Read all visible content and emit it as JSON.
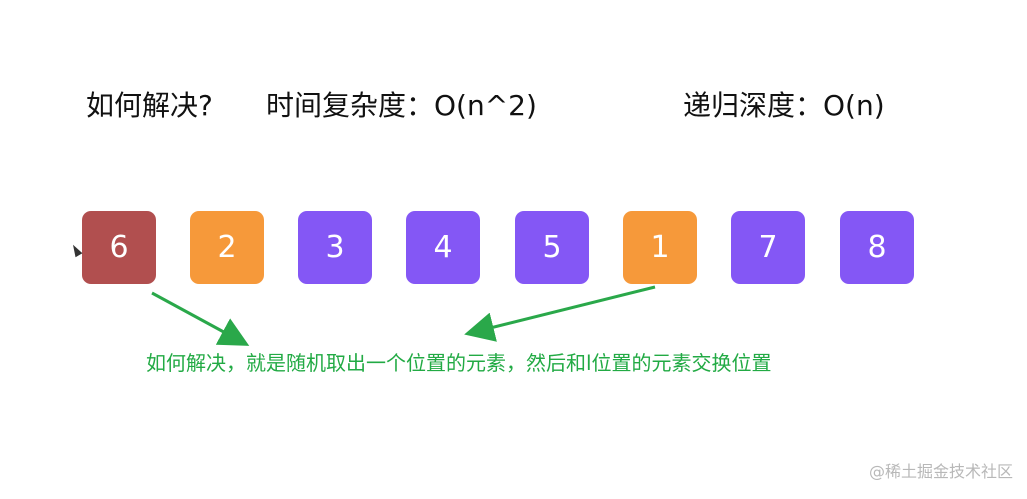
{
  "headings": {
    "question": "如何解决?",
    "time_complexity": "时间复杂度：O(n^2)",
    "recursion_depth": "递归深度：O(n)"
  },
  "boxes": [
    {
      "value": "6",
      "color": "#b14f4f"
    },
    {
      "value": "2",
      "color": "#f6993a"
    },
    {
      "value": "3",
      "color": "#8457f5"
    },
    {
      "value": "4",
      "color": "#8457f5"
    },
    {
      "value": "5",
      "color": "#8457f5"
    },
    {
      "value": "1",
      "color": "#f6993a"
    },
    {
      "value": "7",
      "color": "#8457f5"
    },
    {
      "value": "8",
      "color": "#8457f5"
    }
  ],
  "annotation": "如何解决，就是随机取出一个位置的元素，然后和l位置的元素交换位置",
  "annotation_color": "#22aa44",
  "watermark": "@稀土掘金技术社区"
}
